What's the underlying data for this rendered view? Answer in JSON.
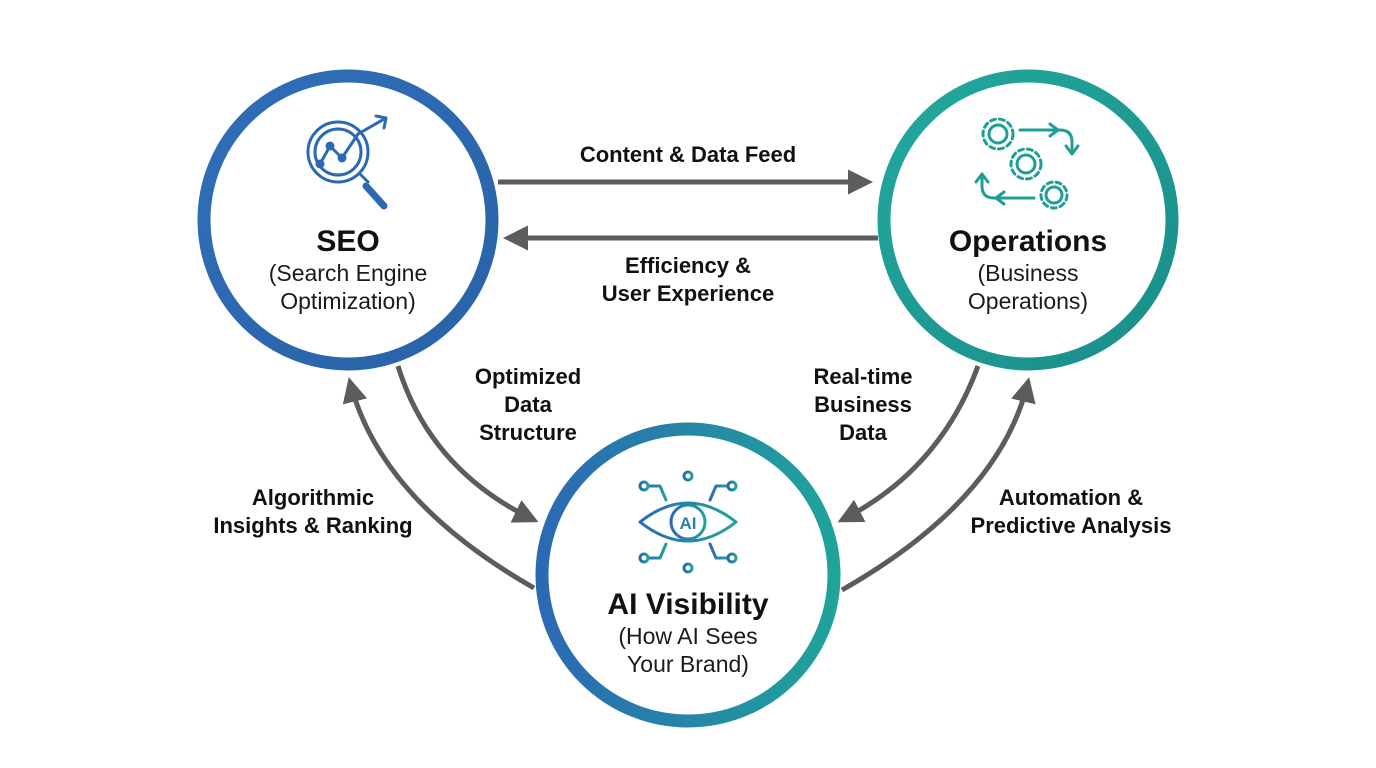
{
  "colors": {
    "blue": "#2c69b3",
    "teal": "#1f9e94",
    "arrow": "#5c5c5c"
  },
  "nodes": {
    "seo": {
      "title": "SEO",
      "subtitle_line1": "(Search Engine",
      "subtitle_line2": "Optimization)",
      "icon": "magnifier-chart-icon"
    },
    "operations": {
      "title": "Operations",
      "subtitle_line1": "(Business",
      "subtitle_line2": "Operations)",
      "icon": "gears-cycle-icon"
    },
    "ai_visibility": {
      "title": "AI Visibility",
      "subtitle_line1": "(How AI Sees",
      "subtitle_line2": "Your Brand)",
      "icon": "ai-eye-icon",
      "icon_text": "AI"
    }
  },
  "edges": {
    "seo_to_operations": "Content & Data Feed",
    "operations_to_seo": "Efficiency &\nUser Experience",
    "seo_to_ai": "Optimized\nData\nStructure",
    "ai_to_seo": "Algorithmic\nInsights & Ranking",
    "operations_to_ai": "Real-time\nBusiness\nData",
    "ai_to_operations": "Automation &\nPredictive Analysis"
  }
}
